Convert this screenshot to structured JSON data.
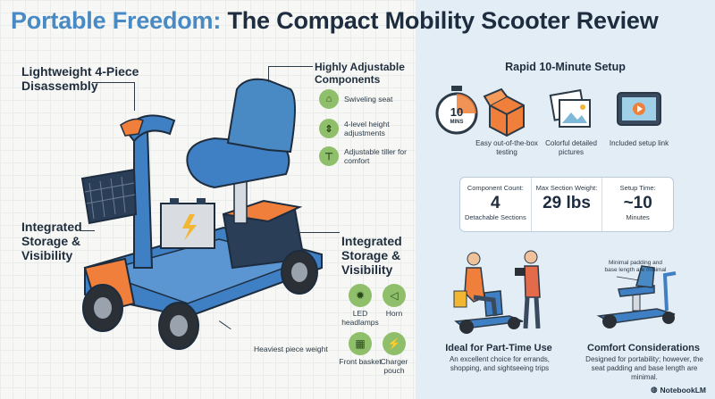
{
  "title": {
    "highlight": "Portable Freedom:",
    "rest": "The Compact Mobility Scooter Review"
  },
  "left": {
    "callout_disassembly": "Lightweight 4-Piece Disassembly",
    "callout_adjustable": "Highly Adjustable Components",
    "adjustable_items": [
      {
        "label": "Swiveling seat",
        "icon": "seat-icon"
      },
      {
        "label": "4-level height adjustments",
        "icon": "height-adjust-icon"
      },
      {
        "label": "Adjustable tiller for comfort",
        "icon": "tiller-icon"
      }
    ],
    "callout_storage_left": "Integrated Storage & Visibility",
    "callout_storage_right": "Integrated Storage & Visibility",
    "storage_items": [
      {
        "label": "LED headlamps",
        "icon": "led-icon"
      },
      {
        "label": "Horn",
        "icon": "horn-icon"
      },
      {
        "label": "Front basket",
        "icon": "basket-icon"
      },
      {
        "label": "Charger pouch",
        "icon": "charger-icon"
      }
    ],
    "heaviest_note": "Heaviest piece weight"
  },
  "right": {
    "setup_title": "Rapid 10-Minute Setup",
    "timer_label": "10",
    "timer_unit": "MINS",
    "steps": [
      {
        "label": "Easy out-of-the-box testing",
        "icon": "box-icon"
      },
      {
        "label": "Colorful detailed pictures",
        "icon": "pictures-icon"
      },
      {
        "label": "Included setup link",
        "icon": "video-icon"
      }
    ],
    "stats": [
      {
        "head": "Component Count:",
        "value": "4",
        "sub": "Detachable Sections"
      },
      {
        "head": "Max Section Weight:",
        "value": "29 lbs",
        "sub": ""
      },
      {
        "head": "Setup Time:",
        "value": "~10",
        "sub": "Minutes"
      }
    ],
    "part_time": {
      "head": "Ideal for Part-Time Use",
      "body": "An excellent choice for errands, shopping, and sightseeing trips"
    },
    "comfort": {
      "note": "Minimal padding and base length are minimal",
      "head": "Comfort Considerations",
      "body": "Designed for portability; however, the seat padding and base length are minimal."
    },
    "logo": "NotebookLM"
  },
  "colors": {
    "accent_blue": "#4a8ac4",
    "scooter_blue": "#3f7fc4",
    "scooter_orange": "#ef7f3a",
    "icon_green": "#8fbf6a",
    "panel_bg": "#e3edf6"
  }
}
